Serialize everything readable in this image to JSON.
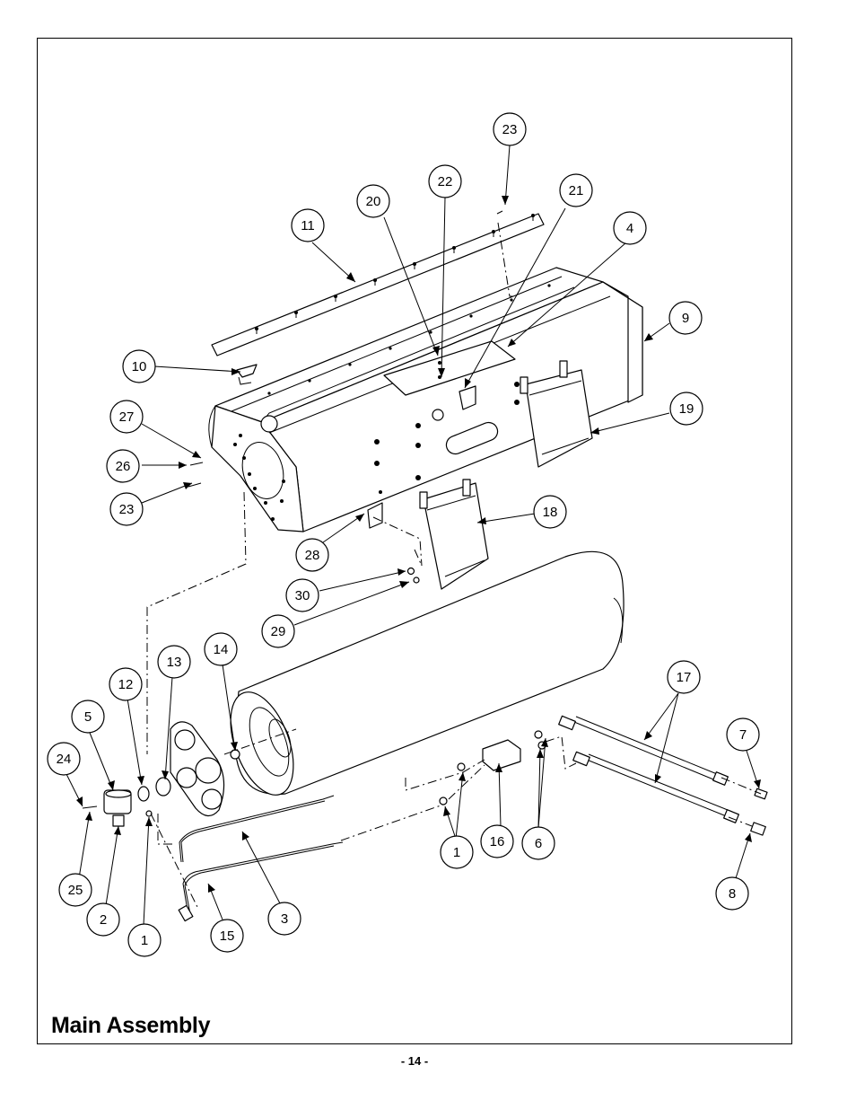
{
  "title": "Main Assembly",
  "page_number": "- 14 -",
  "callouts": [
    {
      "label": "23",
      "target": "top-strip-pin"
    },
    {
      "label": "22",
      "target": "decal-pin"
    },
    {
      "label": "21",
      "target": "latch-plate"
    },
    {
      "label": "20",
      "target": "decal"
    },
    {
      "label": "11",
      "target": "top-strip"
    },
    {
      "label": "4",
      "target": "decal-label"
    },
    {
      "label": "9",
      "target": "hopper-body"
    },
    {
      "label": "10",
      "target": "handle-clip"
    },
    {
      "label": "19",
      "target": "bracket-right"
    },
    {
      "label": "27",
      "target": "end-plate-screw"
    },
    {
      "label": "26",
      "target": "end-plate-bolt"
    },
    {
      "label": "23",
      "target": "end-plate-pin"
    },
    {
      "label": "18",
      "target": "bracket-left"
    },
    {
      "label": "28",
      "target": "tab-bolt"
    },
    {
      "label": "30",
      "target": "washer"
    },
    {
      "label": "29",
      "target": "nut"
    },
    {
      "label": "14",
      "target": "roller-bearing"
    },
    {
      "label": "13",
      "target": "bushing"
    },
    {
      "label": "12",
      "target": "spacer"
    },
    {
      "label": "5",
      "target": "motor"
    },
    {
      "label": "24",
      "target": "motor-screw"
    },
    {
      "label": "25",
      "target": "motor-pin"
    },
    {
      "label": "2",
      "target": "elbow-fitting"
    },
    {
      "label": "1",
      "target": "fitting-left"
    },
    {
      "label": "15",
      "target": "hose-lower"
    },
    {
      "label": "3",
      "target": "hose-upper"
    },
    {
      "label": "1",
      "target": "fitting-center"
    },
    {
      "label": "16",
      "target": "valve-block"
    },
    {
      "label": "6",
      "target": "valve-fittings"
    },
    {
      "label": "17",
      "target": "hydraulic-tubes"
    },
    {
      "label": "7",
      "target": "tube-end-cap"
    },
    {
      "label": "8",
      "target": "tube-end-nut"
    }
  ]
}
